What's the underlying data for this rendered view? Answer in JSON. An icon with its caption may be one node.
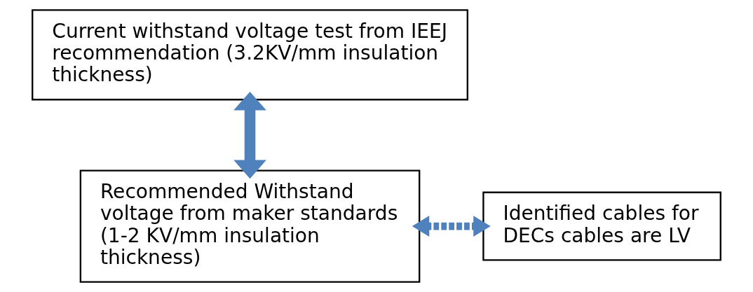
{
  "diagram": {
    "nodes": [
      {
        "text": [
          "Current withstand voltage test from IEEJ recommendation (3.2KV/mm insulation thickness)"
        ]
      },
      {
        "text": [
          "Recommended Withstand voltage from maker standards (1-2 KV/mm insulation thickness)"
        ]
      },
      {
        "text": [
          "Identified cables for DECs cables are LV"
        ]
      }
    ],
    "edges": [
      {
        "from": 0,
        "to": 1,
        "arrow": "both"
      },
      {
        "from": 1,
        "to": 2,
        "arrow": "both",
        "style": "dashed"
      }
    ]
  }
}
